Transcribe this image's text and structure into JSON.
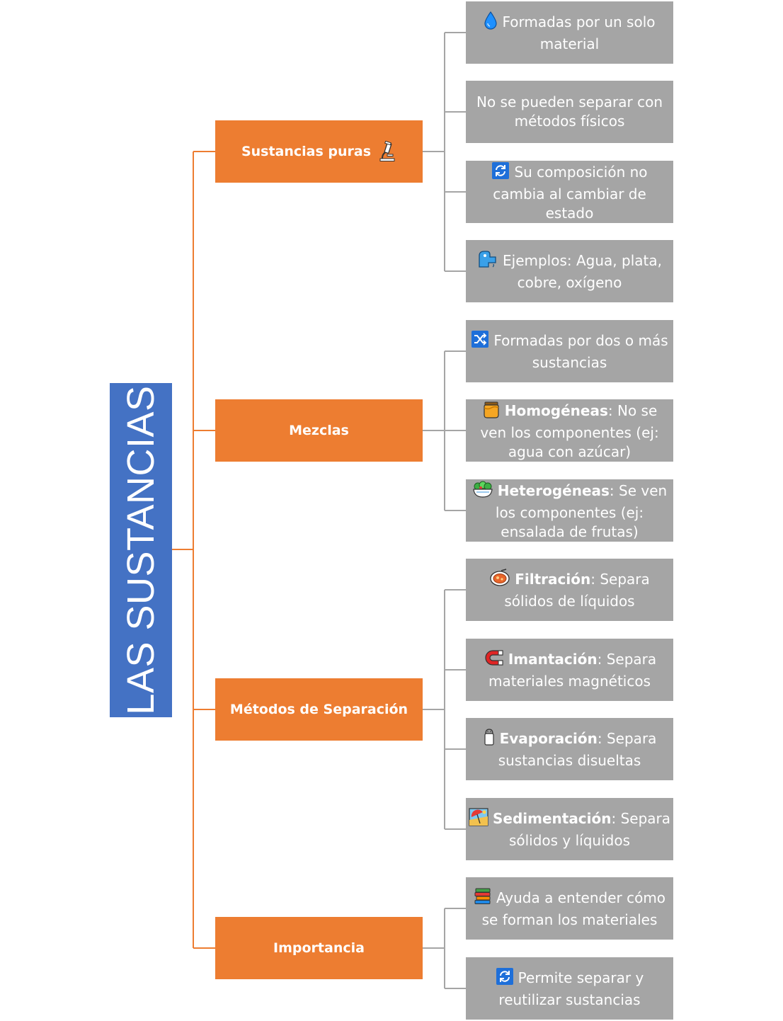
{
  "root": {
    "title": "LAS SUSTANCIAS"
  },
  "branches": [
    {
      "label": "Sustancias puras",
      "icon": "microscope-icon",
      "leaves": [
        {
          "icon": "droplet-icon",
          "bold": "",
          "text": "Formadas por un solo material"
        },
        {
          "icon": "",
          "bold": "",
          "text": "No se pueden separar con métodos físicos"
        },
        {
          "icon": "refresh-icon",
          "bold": "",
          "text": "Su composición no cambia al cambiar de estado"
        },
        {
          "icon": "water-tap-icon",
          "bold": "",
          "text": "Ejemplos: Agua, plata, cobre, oxígeno"
        }
      ]
    },
    {
      "label": "Mezclas",
      "icon": "",
      "leaves": [
        {
          "icon": "shuffle-icon",
          "bold": "",
          "text": "Formadas por dos o más sustancias"
        },
        {
          "icon": "honey-pot-icon",
          "bold": "Homogéneas",
          "text": ": No se ven los componentes (ej: agua con azúcar)"
        },
        {
          "icon": "salad-icon",
          "bold": "Heterogéneas",
          "text": ": Se ven los componentes (ej: ensalada de frutas)"
        }
      ]
    },
    {
      "label": "Métodos de Separación",
      "icon": "",
      "leaves": [
        {
          "icon": "bowl-icon",
          "bold": "Filtración",
          "text": ": Separa sólidos de líquidos"
        },
        {
          "icon": "magnet-icon",
          "bold": "Imantación",
          "text": ": Separa materiales magnéticos"
        },
        {
          "icon": "salt-shaker-icon",
          "bold": "Evaporación",
          "text": ": Separa sustancias disueltas"
        },
        {
          "icon": "beach-icon",
          "bold": "Sedimentación",
          "text": ": Separa sólidos y líquidos"
        }
      ]
    },
    {
      "label": "Importancia",
      "icon": "",
      "leaves": [
        {
          "icon": "books-icon",
          "bold": "",
          "text": "Ayuda a entender cómo se forman los materiales"
        },
        {
          "icon": "refresh-icon",
          "bold": "",
          "text": "Permite separar y reutilizar sustancias"
        }
      ]
    }
  ],
  "colors": {
    "root": "#4472c4",
    "branch": "#ed7d31",
    "leaf": "#a5a5a5",
    "branch_line": "#ed7d31",
    "leaf_line": "#a5a5a5"
  }
}
